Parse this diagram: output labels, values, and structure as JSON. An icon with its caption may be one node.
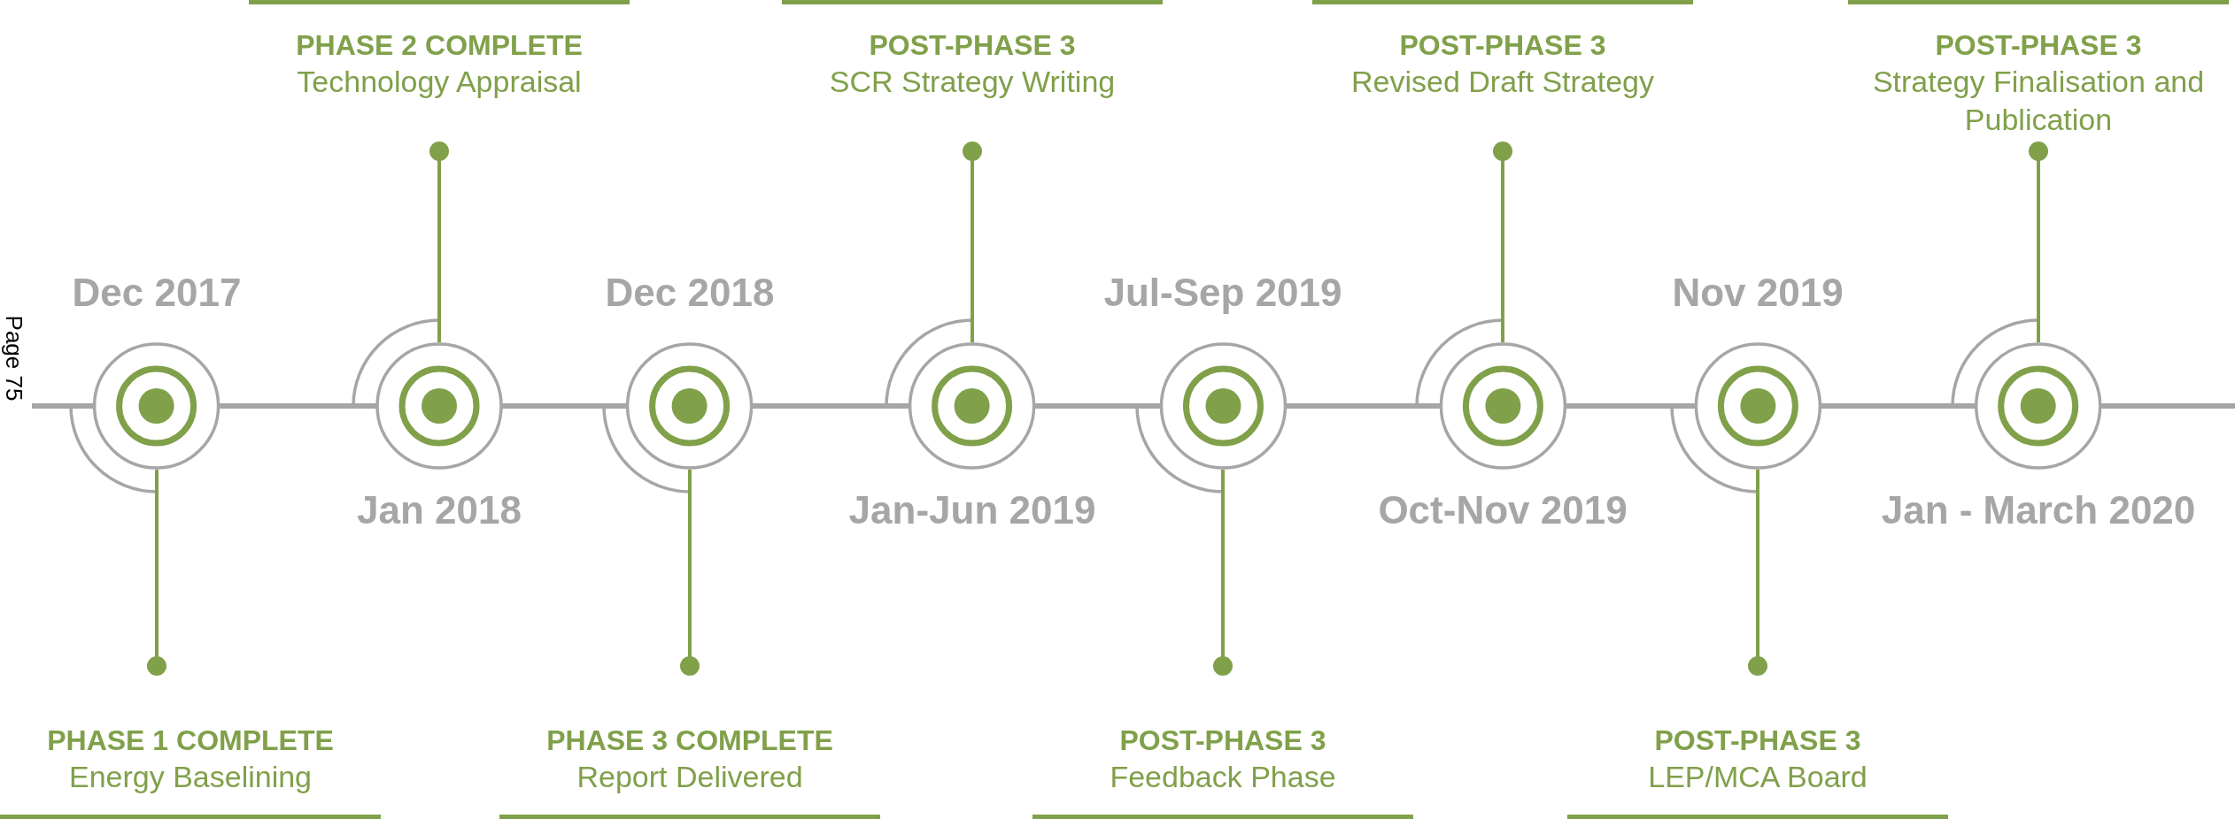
{
  "diagram": {
    "nodes": [
      {
        "text": [
          "Dec 2017"
        ]
      },
      {
        "text": [
          "Jan 2018"
        ]
      },
      {
        "text": [
          "Dec 2018"
        ]
      },
      {
        "text": [
          "Jan-Jun 2019"
        ]
      },
      {
        "text": [
          "Jul-Sep 2019"
        ]
      },
      {
        "text": [
          "Oct-Nov 2019"
        ]
      },
      {
        "text": [
          "Nov 2019"
        ]
      },
      {
        "text": [
          "Jan - March 2020"
        ]
      },
      {
        "text": [
          "PHASE 1 COMPLETE",
          "Energy Baselining"
        ]
      },
      {
        "text": [
          "PHASE 2 COMPLETE",
          "Technology Appraisal"
        ]
      },
      {
        "text": [
          "PHASE 3 COMPLETE",
          "Report Delivered"
        ]
      },
      {
        "text": [
          "POST-PHASE 3",
          "SCR Strategy Writing"
        ]
      },
      {
        "text": [
          "POST-PHASE 3",
          "Feedback Phase"
        ]
      },
      {
        "text": [
          "POST-PHASE 3",
          "Revised Draft Strategy"
        ]
      },
      {
        "text": [
          "POST-PHASE 3",
          "LEP/MCA Board"
        ]
      },
      {
        "text": [
          "POST-PHASE 3",
          "Strategy Finalisation and Publication"
        ]
      }
    ],
    "edges": [
      {
        "from": 0,
        "to": 8,
        "arrow": "other"
      },
      {
        "from": 1,
        "to": 9,
        "arrow": "other"
      },
      {
        "from": 2,
        "to": 10,
        "arrow": "other"
      },
      {
        "from": 3,
        "to": 11,
        "arrow": "other"
      },
      {
        "from": 4,
        "to": 12,
        "arrow": "other"
      },
      {
        "from": 5,
        "to": 13,
        "arrow": "other"
      },
      {
        "from": 6,
        "to": 14,
        "arrow": "other"
      },
      {
        "from": 7,
        "to": 15,
        "arrow": "other"
      }
    ],
    "labels": [
      "Page 75"
    ]
  }
}
